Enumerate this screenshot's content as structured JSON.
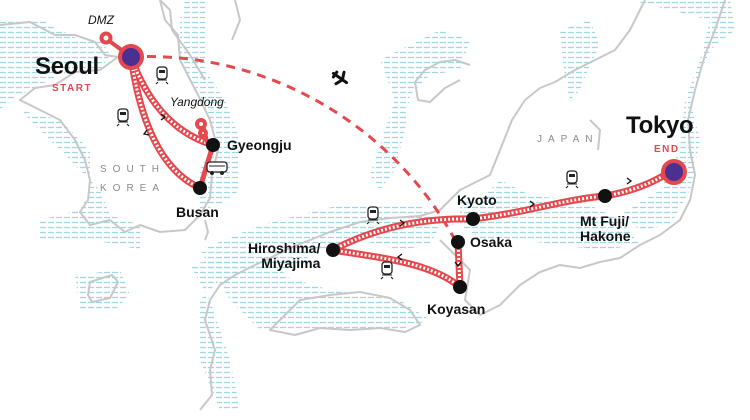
{
  "map": {
    "title": "Seoul to Tokyo route map",
    "colors": {
      "route": "#e5484d",
      "endpoint_fill": "#4b2f91",
      "stop_fill": "#111111",
      "coast": "#c8c8c8",
      "water_hatch": "#9fd6e4"
    },
    "start": {
      "city": "Seoul",
      "tag": "START"
    },
    "end": {
      "city": "Tokyo",
      "tag": "END"
    },
    "stops": [
      {
        "id": "dmz",
        "label": "DMZ",
        "style": "italic"
      },
      {
        "id": "yangdong",
        "label": "Yangdong",
        "style": "italic"
      },
      {
        "id": "gyeongju",
        "label": "Gyeongju"
      },
      {
        "id": "busan",
        "label": "Busan"
      },
      {
        "id": "hiroshima",
        "label_line1": "Hiroshima/",
        "label_line2": "Miyajima"
      },
      {
        "id": "kyoto",
        "label": "Kyoto"
      },
      {
        "id": "osaka",
        "label": "Osaka"
      },
      {
        "id": "koyasan",
        "label": "Koyasan"
      },
      {
        "id": "fuji",
        "label_line1": "Mt Fuji/",
        "label_line2": "Hakone"
      }
    ],
    "countries": [
      {
        "line1": "SOUTH",
        "line2": "KOREA"
      },
      {
        "line1": "JAPAN"
      }
    ],
    "transport_icons": [
      "train-icon",
      "train-icon",
      "bus-icon",
      "plane-icon",
      "train-icon",
      "train-icon",
      "train-icon"
    ]
  }
}
